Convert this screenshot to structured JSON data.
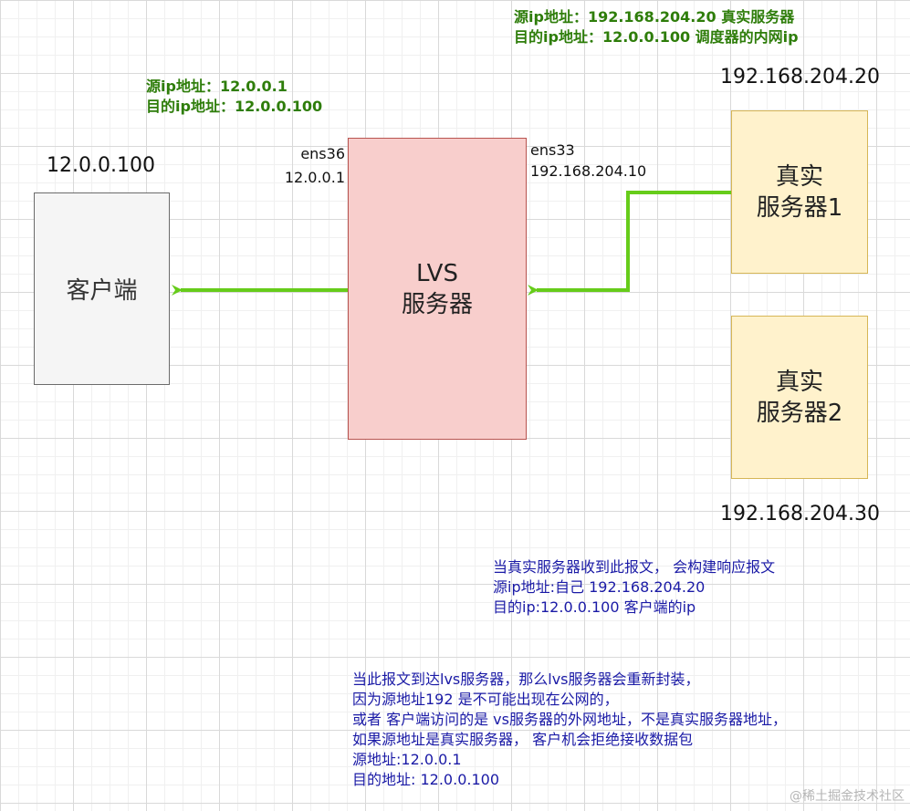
{
  "top_right_note": {
    "line1": "源ip地址：192.168.204.20  真实服务器",
    "line2": "目的ip地址：12.0.0.100 调度器的内网ip"
  },
  "top_left_note": {
    "line1": "源ip地址：12.0.0.1",
    "line2": "目的ip地址：12.0.0.100"
  },
  "client": {
    "ip": "12.0.0.100",
    "label": "客户端"
  },
  "lvs": {
    "line1": "LVS",
    "line2": "服务器",
    "left_iface": "ens36",
    "left_ip": "12.0.0.1",
    "right_iface": "ens33",
    "right_ip": "192.168.204.10"
  },
  "real_server_1": {
    "ip": "192.168.204.20",
    "line1": "真实",
    "line2": "服务器1"
  },
  "real_server_2": {
    "ip": "192.168.204.30",
    "line1": "真实",
    "line2": "服务器2"
  },
  "note_response": {
    "line1": "当真实服务器收到此报文， 会构建响应报文",
    "line2": "源ip地址:自己 192.168.204.20",
    "line3": "目的ip:12.0.0.100 客户端的ip"
  },
  "note_rewrite": {
    "line1": "当此报文到达lvs服务器，那么lvs服务器会重新封装，",
    "line2": "因为源地址192 是不可能出现在公网的，",
    "line3": "或者 客户端访问的是 vs服务器的外网地址，不是真实服务器地址，",
    "line4": "如果源地址是真实服务器， 客户机会拒绝接收数据包",
    "line5": "源地址:12.0.0.1",
    "line6": "目的地址: 12.0.0.100"
  },
  "watermark": "@稀土掘金技术社区",
  "colors": {
    "arrow": "#66cc1a",
    "note_green": "#2e7d0a",
    "note_blue": "#1a1aa6",
    "lvs_fill": "#f8cecc",
    "real_server_fill": "#fff2cc",
    "client_fill": "#f5f5f5"
  }
}
